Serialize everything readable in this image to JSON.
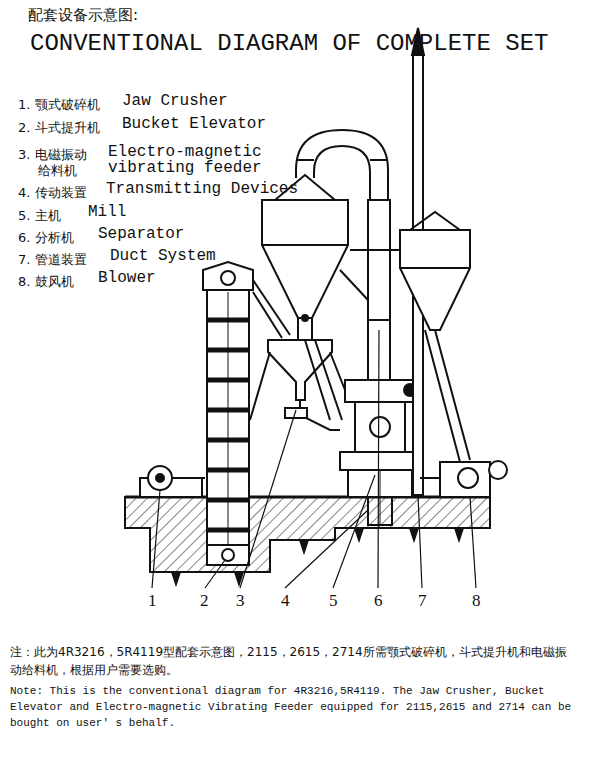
{
  "diagram": {
    "title": "CONVENTIONAL DIAGRAM OF COMPLETE SET",
    "labels": [
      "配套设备示意图:",
      "1. 颚式破碎机",
      "Jaw Crusher",
      "2. 斗式提升机",
      "Bucket Elevator",
      "3. 电磁振动给料机",
      "Electro-magnetic vibrating feeder",
      "4. 传动装置",
      "Transmitting Devices",
      "5. 主机",
      "Mill",
      "6. 分析机",
      "Separator",
      "7. 管道装置",
      "Duct System",
      "8. 鼓风机",
      "Blower",
      "1",
      "2",
      "3",
      "4",
      "5",
      "6",
      "7",
      "8",
      "注：此为4R3216，5R4119型配套示意图，2115，2615，2714所需颚式破碎机，斗式提升机和电磁振动给料机，根据用户需要选购。",
      "Note: This is the conventional diagram for 4R3216,5R4119. The Jaw Crusher, Bucket Elevator and Electro-magnetic Vibrating Feeder equipped for 2115,2615 and 2714 can be bought on user' s behalf."
    ]
  }
}
